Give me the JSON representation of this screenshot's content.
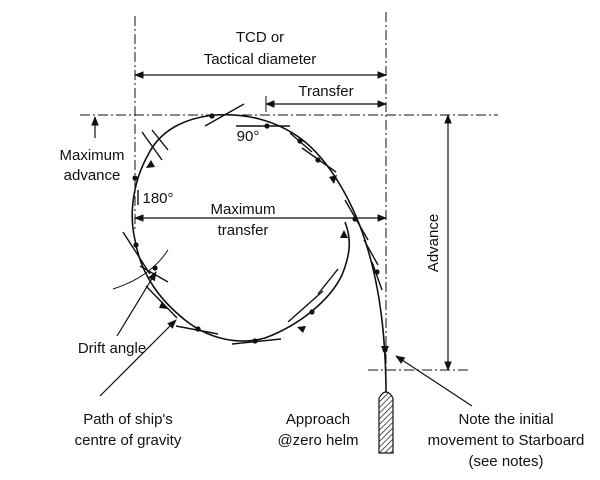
{
  "labels": {
    "tcd_line1": "TCD or",
    "tcd_line2": "Tactical diameter",
    "transfer": "Transfer",
    "max_advance_line1": "Maximum",
    "max_advance_line2": "advance",
    "angle_90": "90°",
    "angle_180": "180°",
    "max_transfer_line1": "Maximum",
    "max_transfer_line2": "transfer",
    "advance": "Advance",
    "drift_angle": "Drift angle",
    "path_line1": "Path of ship's",
    "path_line2": "centre of gravity",
    "approach_line1": "Approach",
    "approach_line2": "@zero helm",
    "note_line1": "Note the initial",
    "note_line2": "movement to Starboard",
    "note_line3": "(see notes)"
  },
  "icons": {
    "ship": "ship-hull-icon"
  }
}
